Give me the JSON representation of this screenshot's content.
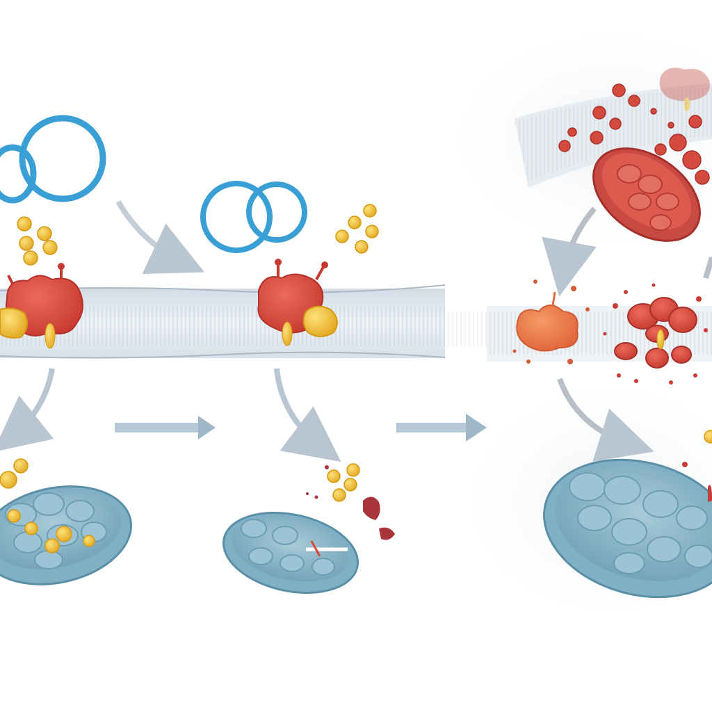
{
  "diagram": {
    "stages": [
      {
        "id": "stage-1"
      },
      {
        "id": "stage-2"
      },
      {
        "id": "stage-3"
      }
    ],
    "colors": {
      "background": "#ffffff",
      "membrane": "#e4ebf1",
      "membrane_lines": "#b9c8d6",
      "ring": "#3a9fd4",
      "ring_dark": "#1f7db3",
      "protein_red": "#d9483b",
      "protein_red_dark": "#b3302a",
      "protein_orange": "#ec7a45",
      "gold": "#f2c230",
      "gold_dark": "#d49a14",
      "mito_fill": "#8fb9cb",
      "mito_dark": "#5e93ad",
      "mito_inner": "#a9cedd",
      "arrow": "#b5c3cf",
      "arrow_blue": "#9fb8c8",
      "fragment_red": "#c93b35",
      "haze": "#e9ecef"
    },
    "icons": [
      "dna-ring-icon",
      "gold-particle-icon",
      "protein-complex-icon",
      "membrane-band-icon",
      "mitochondrion-icon",
      "curved-arrow-icon",
      "straight-arrow-icon",
      "fragment-icon"
    ]
  }
}
